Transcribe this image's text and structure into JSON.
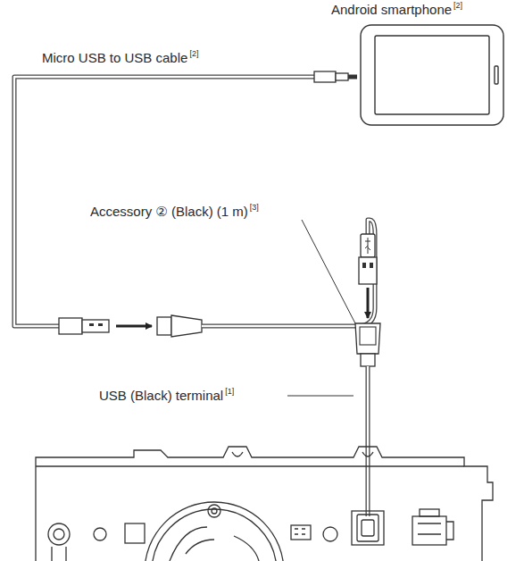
{
  "diagram": {
    "labels": [
      "Android smartphone",
      "[2]",
      "Micro USB to USB cable",
      "[2]",
      "Accessory ② (Black) (1 m)",
      "[3]",
      "USB (Black) terminal",
      "[1]"
    ]
  }
}
